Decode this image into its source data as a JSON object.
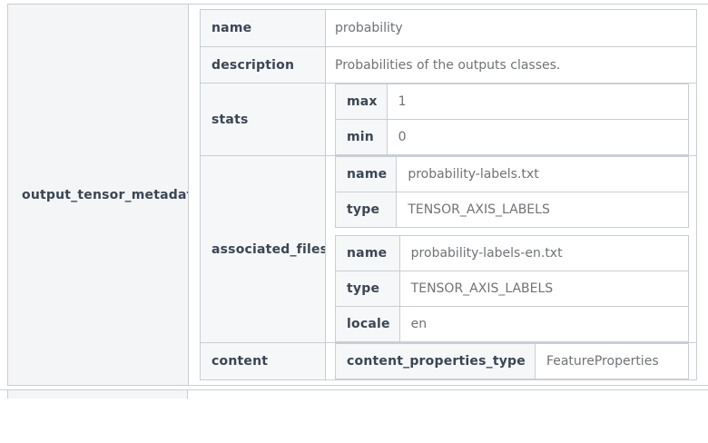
{
  "section": {
    "label": "output_tensor_metadata"
  },
  "fields": {
    "name": {
      "label": "name",
      "value": "probability"
    },
    "description": {
      "label": "description",
      "value": "Probabilities of the outputs classes."
    },
    "stats": {
      "label": "stats",
      "rows": [
        {
          "label": "max",
          "value": "1"
        },
        {
          "label": "min",
          "value": "0"
        }
      ]
    },
    "associated_files": {
      "label": "associated_files",
      "files": [
        {
          "rows": [
            {
              "label": "name",
              "value": "probability-labels.txt"
            },
            {
              "label": "type",
              "value": "TENSOR_AXIS_LABELS"
            }
          ]
        },
        {
          "rows": [
            {
              "label": "name",
              "value": "probability-labels-en.txt"
            },
            {
              "label": "type",
              "value": "TENSOR_AXIS_LABELS"
            },
            {
              "label": "locale",
              "value": "en"
            }
          ]
        }
      ]
    },
    "content": {
      "label": "content",
      "rows": [
        {
          "label": "content_properties_type",
          "value": "FeatureProperties"
        }
      ]
    }
  },
  "colors": {
    "border": "#c9ced4",
    "label_bg": "#f6f7f8",
    "section_bg": "#f4f5f7",
    "label_text": "#3b4654",
    "value_text": "#6f7377"
  }
}
